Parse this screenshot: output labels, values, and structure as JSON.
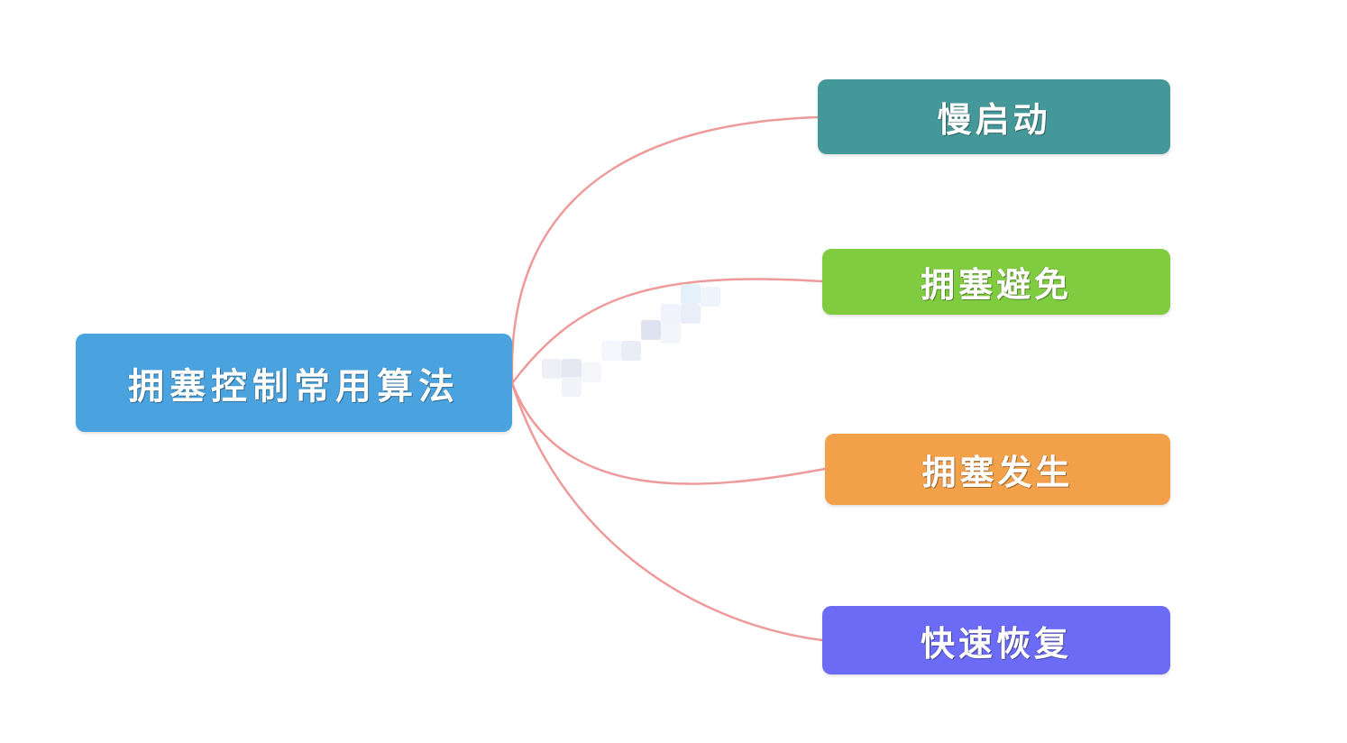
{
  "colors": {
    "connector": "#ef9a9a",
    "root": "#4aa3df",
    "slow_start": "#45989a",
    "congestion_avoidance": "#80cc40",
    "congestion_occurs": "#f2a04a",
    "fast_recovery": "#6b6bf5"
  },
  "root": {
    "label": "拥塞控制常用算法"
  },
  "children": [
    {
      "label": "慢启动"
    },
    {
      "label": "拥塞避免"
    },
    {
      "label": "拥塞发生"
    },
    {
      "label": "快速恢复"
    }
  ]
}
